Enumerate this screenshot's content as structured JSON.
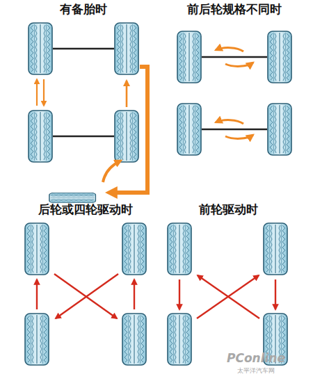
{
  "diagram": {
    "labels": [
      "有备胎时",
      "前后轮规格不同时",
      "后轮或四轮驱动时",
      "前轮驱动时",
      "PConline",
      "太平洋汽车网"
    ]
  }
}
